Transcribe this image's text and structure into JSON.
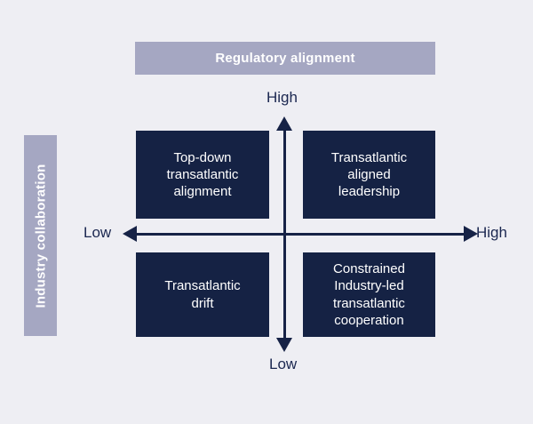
{
  "background_color": "#eeeef3",
  "accent_bar_color": "#a5a7c2",
  "quadrant_color": "#152244",
  "axis_color": "#162246",
  "axes": {
    "x": {
      "title": "Regulatory alignment",
      "low_label": "Low",
      "high_label": "High"
    },
    "y": {
      "title": "Industry collaboration",
      "low_label": "Low",
      "high_label": "High"
    }
  },
  "quadrants": [
    {
      "position": "top-left",
      "label": "Top-down\ntransatlantic\nalignment",
      "x": "Low",
      "y": "High"
    },
    {
      "position": "top-right",
      "label": "Transatlantic\naligned\nleadership",
      "x": "High",
      "y": "High"
    },
    {
      "position": "bottom-left",
      "label": "Transatlantic\ndrift",
      "x": "Low",
      "y": "Low"
    },
    {
      "position": "bottom-right",
      "label": "Constrained\nIndustry-led\ntransatlantic\ncooperation",
      "x": "High",
      "y": "Low"
    }
  ],
  "chart_data": {
    "type": "table",
    "title": "",
    "xlabel": "Regulatory alignment",
    "ylabel": "Industry collaboration",
    "x_ticks": [
      "Low",
      "High"
    ],
    "y_ticks": [
      "Low",
      "High"
    ],
    "grid": false,
    "legend": "none",
    "categories": [
      "Low / High",
      "High / High",
      "Low / Low",
      "High / Low"
    ],
    "values": [
      "Top-down transatlantic alignment",
      "Transatlantic aligned leadership",
      "Transatlantic drift",
      "Constrained Industry-led transatlantic cooperation"
    ]
  }
}
